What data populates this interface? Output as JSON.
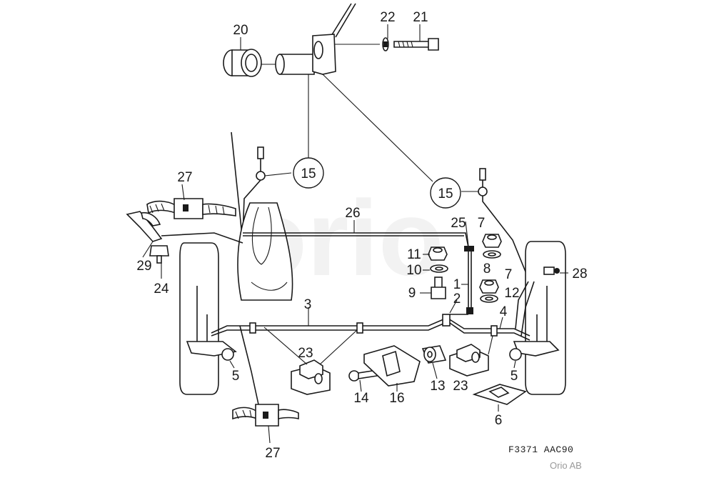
{
  "diagram": {
    "reference_code": "F3371  AAC90",
    "brand_mark": "Orio AB",
    "watermark": "orio",
    "callouts": [
      {
        "id": "c20",
        "label": "20"
      },
      {
        "id": "c22",
        "label": "22"
      },
      {
        "id": "c21",
        "label": "21"
      },
      {
        "id": "c15a",
        "label": "15"
      },
      {
        "id": "c15b",
        "label": "15"
      },
      {
        "id": "c27a",
        "label": "27"
      },
      {
        "id": "c26",
        "label": "26"
      },
      {
        "id": "c25",
        "label": "25"
      },
      {
        "id": "c7a",
        "label": "7"
      },
      {
        "id": "c11",
        "label": "11"
      },
      {
        "id": "c8",
        "label": "8"
      },
      {
        "id": "c29",
        "label": "29"
      },
      {
        "id": "c10",
        "label": "10"
      },
      {
        "id": "c1",
        "label": "1"
      },
      {
        "id": "c7b",
        "label": "7"
      },
      {
        "id": "c28",
        "label": "28"
      },
      {
        "id": "c24",
        "label": "24"
      },
      {
        "id": "c9",
        "label": "9"
      },
      {
        "id": "c12",
        "label": "12"
      },
      {
        "id": "c2",
        "label": "2"
      },
      {
        "id": "c3",
        "label": "3"
      },
      {
        "id": "c4",
        "label": "4"
      },
      {
        "id": "c23a",
        "label": "23"
      },
      {
        "id": "c5a",
        "label": "5"
      },
      {
        "id": "c14",
        "label": "14"
      },
      {
        "id": "c16",
        "label": "16"
      },
      {
        "id": "c13",
        "label": "13"
      },
      {
        "id": "c23b",
        "label": "23"
      },
      {
        "id": "c5b",
        "label": "5"
      },
      {
        "id": "c6",
        "label": "6"
      },
      {
        "id": "c27b",
        "label": "27"
      }
    ]
  }
}
